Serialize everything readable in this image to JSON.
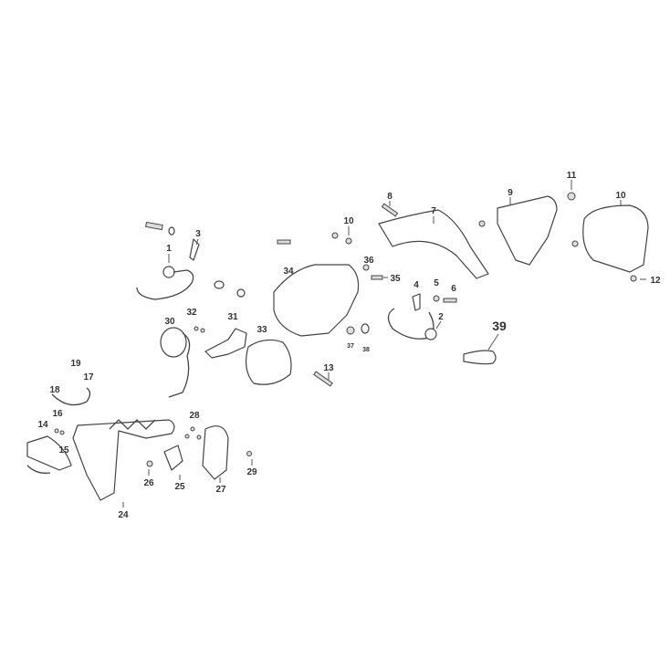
{
  "labels": {
    "p1": "1",
    "p2": "2",
    "p3": "3",
    "p4": "4",
    "p5": "5",
    "p6": "6",
    "p7": "7",
    "p8": "8",
    "p9": "9",
    "p10a": "10",
    "p10b": "10",
    "p11": "11",
    "p12": "12",
    "p13": "13",
    "p14": "14",
    "p15": "15",
    "p16": "16",
    "p17": "17",
    "p18": "18",
    "p19": "19",
    "p24": "24",
    "p25": "25",
    "p26": "26",
    "p27": "27",
    "p28": "28",
    "p29": "29",
    "p30": "30",
    "p31": "31",
    "p32": "32",
    "p33": "33",
    "p34": "34",
    "p35": "35",
    "p36": "36",
    "p37": "37",
    "p38": "38",
    "p39": "39"
  }
}
